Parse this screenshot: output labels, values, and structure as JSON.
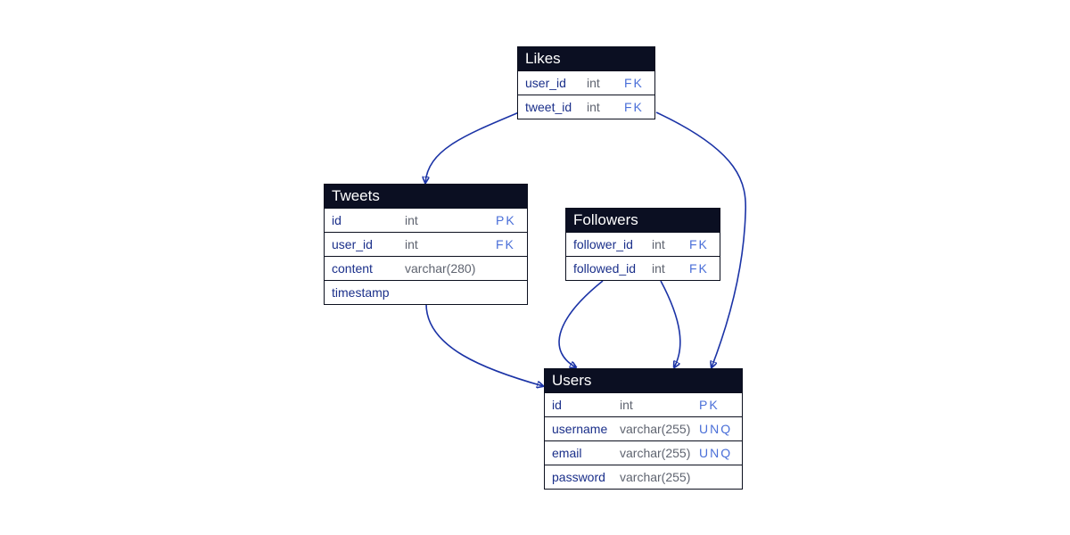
{
  "colors": {
    "header_bg": "#0b0f22",
    "header_text": "#ffffff",
    "field_name": "#1a2f8a",
    "field_type": "#5f6470",
    "field_key": "#4a6fd8",
    "edge": "#1b33a6"
  },
  "entities": {
    "likes": {
      "title": "Likes",
      "fields": [
        {
          "name": "user_id",
          "type": "int",
          "key": "FK"
        },
        {
          "name": "tweet_id",
          "type": "int",
          "key": "FK"
        }
      ]
    },
    "tweets": {
      "title": "Tweets",
      "fields": [
        {
          "name": "id",
          "type": "int",
          "key": "PK"
        },
        {
          "name": "user_id",
          "type": "int",
          "key": "FK"
        },
        {
          "name": "content",
          "type": "varchar(280)",
          "key": ""
        },
        {
          "name": "timestamp",
          "type": "",
          "key": ""
        }
      ]
    },
    "followers": {
      "title": "Followers",
      "fields": [
        {
          "name": "follower_id",
          "type": "int",
          "key": "FK"
        },
        {
          "name": "followed_id",
          "type": "int",
          "key": "FK"
        }
      ]
    },
    "users": {
      "title": "Users",
      "fields": [
        {
          "name": "id",
          "type": "int",
          "key": "PK"
        },
        {
          "name": "username",
          "type": "varchar(255)",
          "key": "UNQ"
        },
        {
          "name": "email",
          "type": "varchar(255)",
          "key": "UNQ"
        },
        {
          "name": "password",
          "type": "varchar(255)",
          "key": ""
        }
      ]
    }
  },
  "relationships": [
    {
      "from": "Likes",
      "to": "Tweets"
    },
    {
      "from": "Likes",
      "to": "Users"
    },
    {
      "from": "Tweets",
      "to": "Users"
    },
    {
      "from": "Followers",
      "to": "Users"
    },
    {
      "from": "Followers",
      "to": "Users"
    }
  ]
}
